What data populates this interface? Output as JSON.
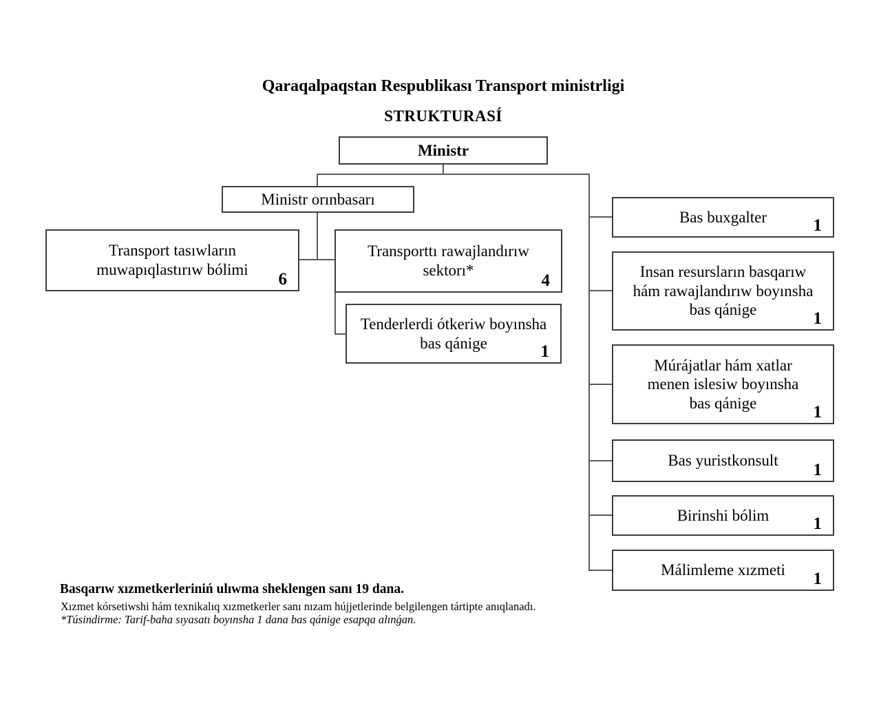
{
  "page": {
    "title_line1": "Qaraqalpaqstan Respublikası Transport ministrligi",
    "title_line2": "STRUKTURASÍ"
  },
  "org": {
    "ministr": {
      "label": "Ministr"
    },
    "deputy": {
      "label": "Ministr orınbasarı"
    },
    "left": [
      {
        "label": "Transport tasıwların\nmuwapıqlastırıw bólimi",
        "count": "6"
      },
      {
        "label": "Transporttı rawajlandırıw\nsektorı*",
        "count": "4"
      },
      {
        "label": "Tenderlerdi ótkeriw boyınsha\nbas qánige",
        "count": "1"
      }
    ],
    "right": [
      {
        "label": "Bas buxgalter",
        "count": "1"
      },
      {
        "label": "Insan resursların basqarıw\nhám rawajlandırıw boyınsha\nbas qánige",
        "count": "1"
      },
      {
        "label": "Múrájatlar hám xatlar\nmenen islesiw boyınsha\nbas qánige",
        "count": "1"
      },
      {
        "label": "Bas yuristkonsult",
        "count": "1"
      },
      {
        "label": "Birinshi bólim",
        "count": "1"
      },
      {
        "label": "Málimleme xızmeti",
        "count": "1"
      }
    ]
  },
  "footer": {
    "line1": "Basqarıw xızmetkerleriniń ulıwma sheklengen sanı 19 dana.",
    "line2": "Xızmet kórsetiwshi hám texnikalıq xızmetkerler sanı nızam hújjetlerinde belgilengen tártipte anıqlanadı.",
    "line3": "*Túsindirme: Tarif-baha sıyasatı boyınsha 1 dana bas qánige esapqa alınǵan."
  },
  "colors": {
    "connector": "#5a5a5a",
    "box_border": "#3c3c3c",
    "text": "#000000",
    "background": "#ffffff"
  }
}
